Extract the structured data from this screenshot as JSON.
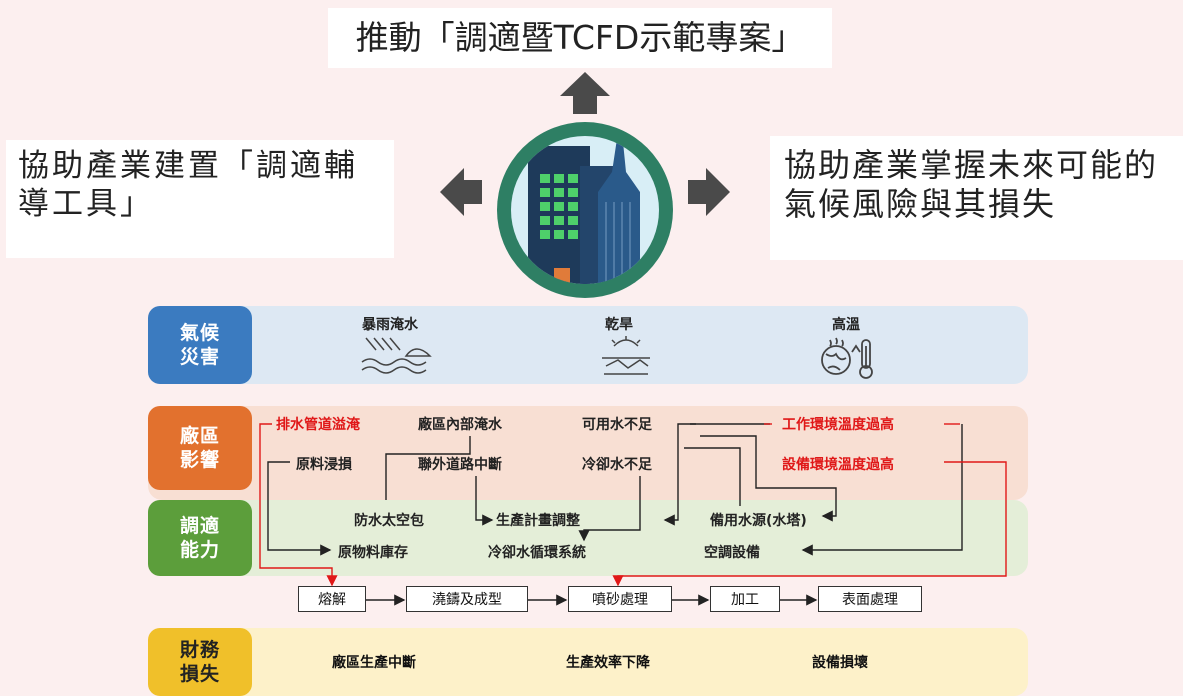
{
  "callouts": {
    "top": "推動「調適暨TCFD示範專案」",
    "left": "協助產業建置「調適輔導工具」",
    "right": "協助產業掌握未來可能的氣候風險與其損失"
  },
  "rows": {
    "climate": "氣候\n災害",
    "plant": "廠區\n影響",
    "adapt": "調適\n能力",
    "finance": "財務\n損失"
  },
  "hazards": [
    "暴雨淹水",
    "乾旱",
    "高溫"
  ],
  "impacts": {
    "drain": "排水管道溢淹",
    "inner_flood": "廠區內部淹水",
    "water_short": "可用水不足",
    "work_heat": "工作環境溫度過高",
    "raw_damage": "原料浸損",
    "road_cut": "聯外道路中斷",
    "cool_short": "冷卻水不足",
    "equip_heat": "設備環境溫度過高"
  },
  "adaptation": {
    "bag": "防水太空包",
    "plan": "生產計畫調整",
    "backup": "備用水源(水塔)",
    "stock": "原物料庫存",
    "cool_loop": "冷卻水循環系統",
    "ac": "空調設備"
  },
  "process": [
    "熔解",
    "澆鑄及成型",
    "噴砂處理",
    "加工",
    "表面處理"
  ],
  "losses": [
    "廠區生產中斷",
    "生產效率下降",
    "設備損壞"
  ],
  "colors": {
    "ring": "#2e7f64",
    "arrow": "#4a4a4a",
    "red": "#e01818"
  }
}
